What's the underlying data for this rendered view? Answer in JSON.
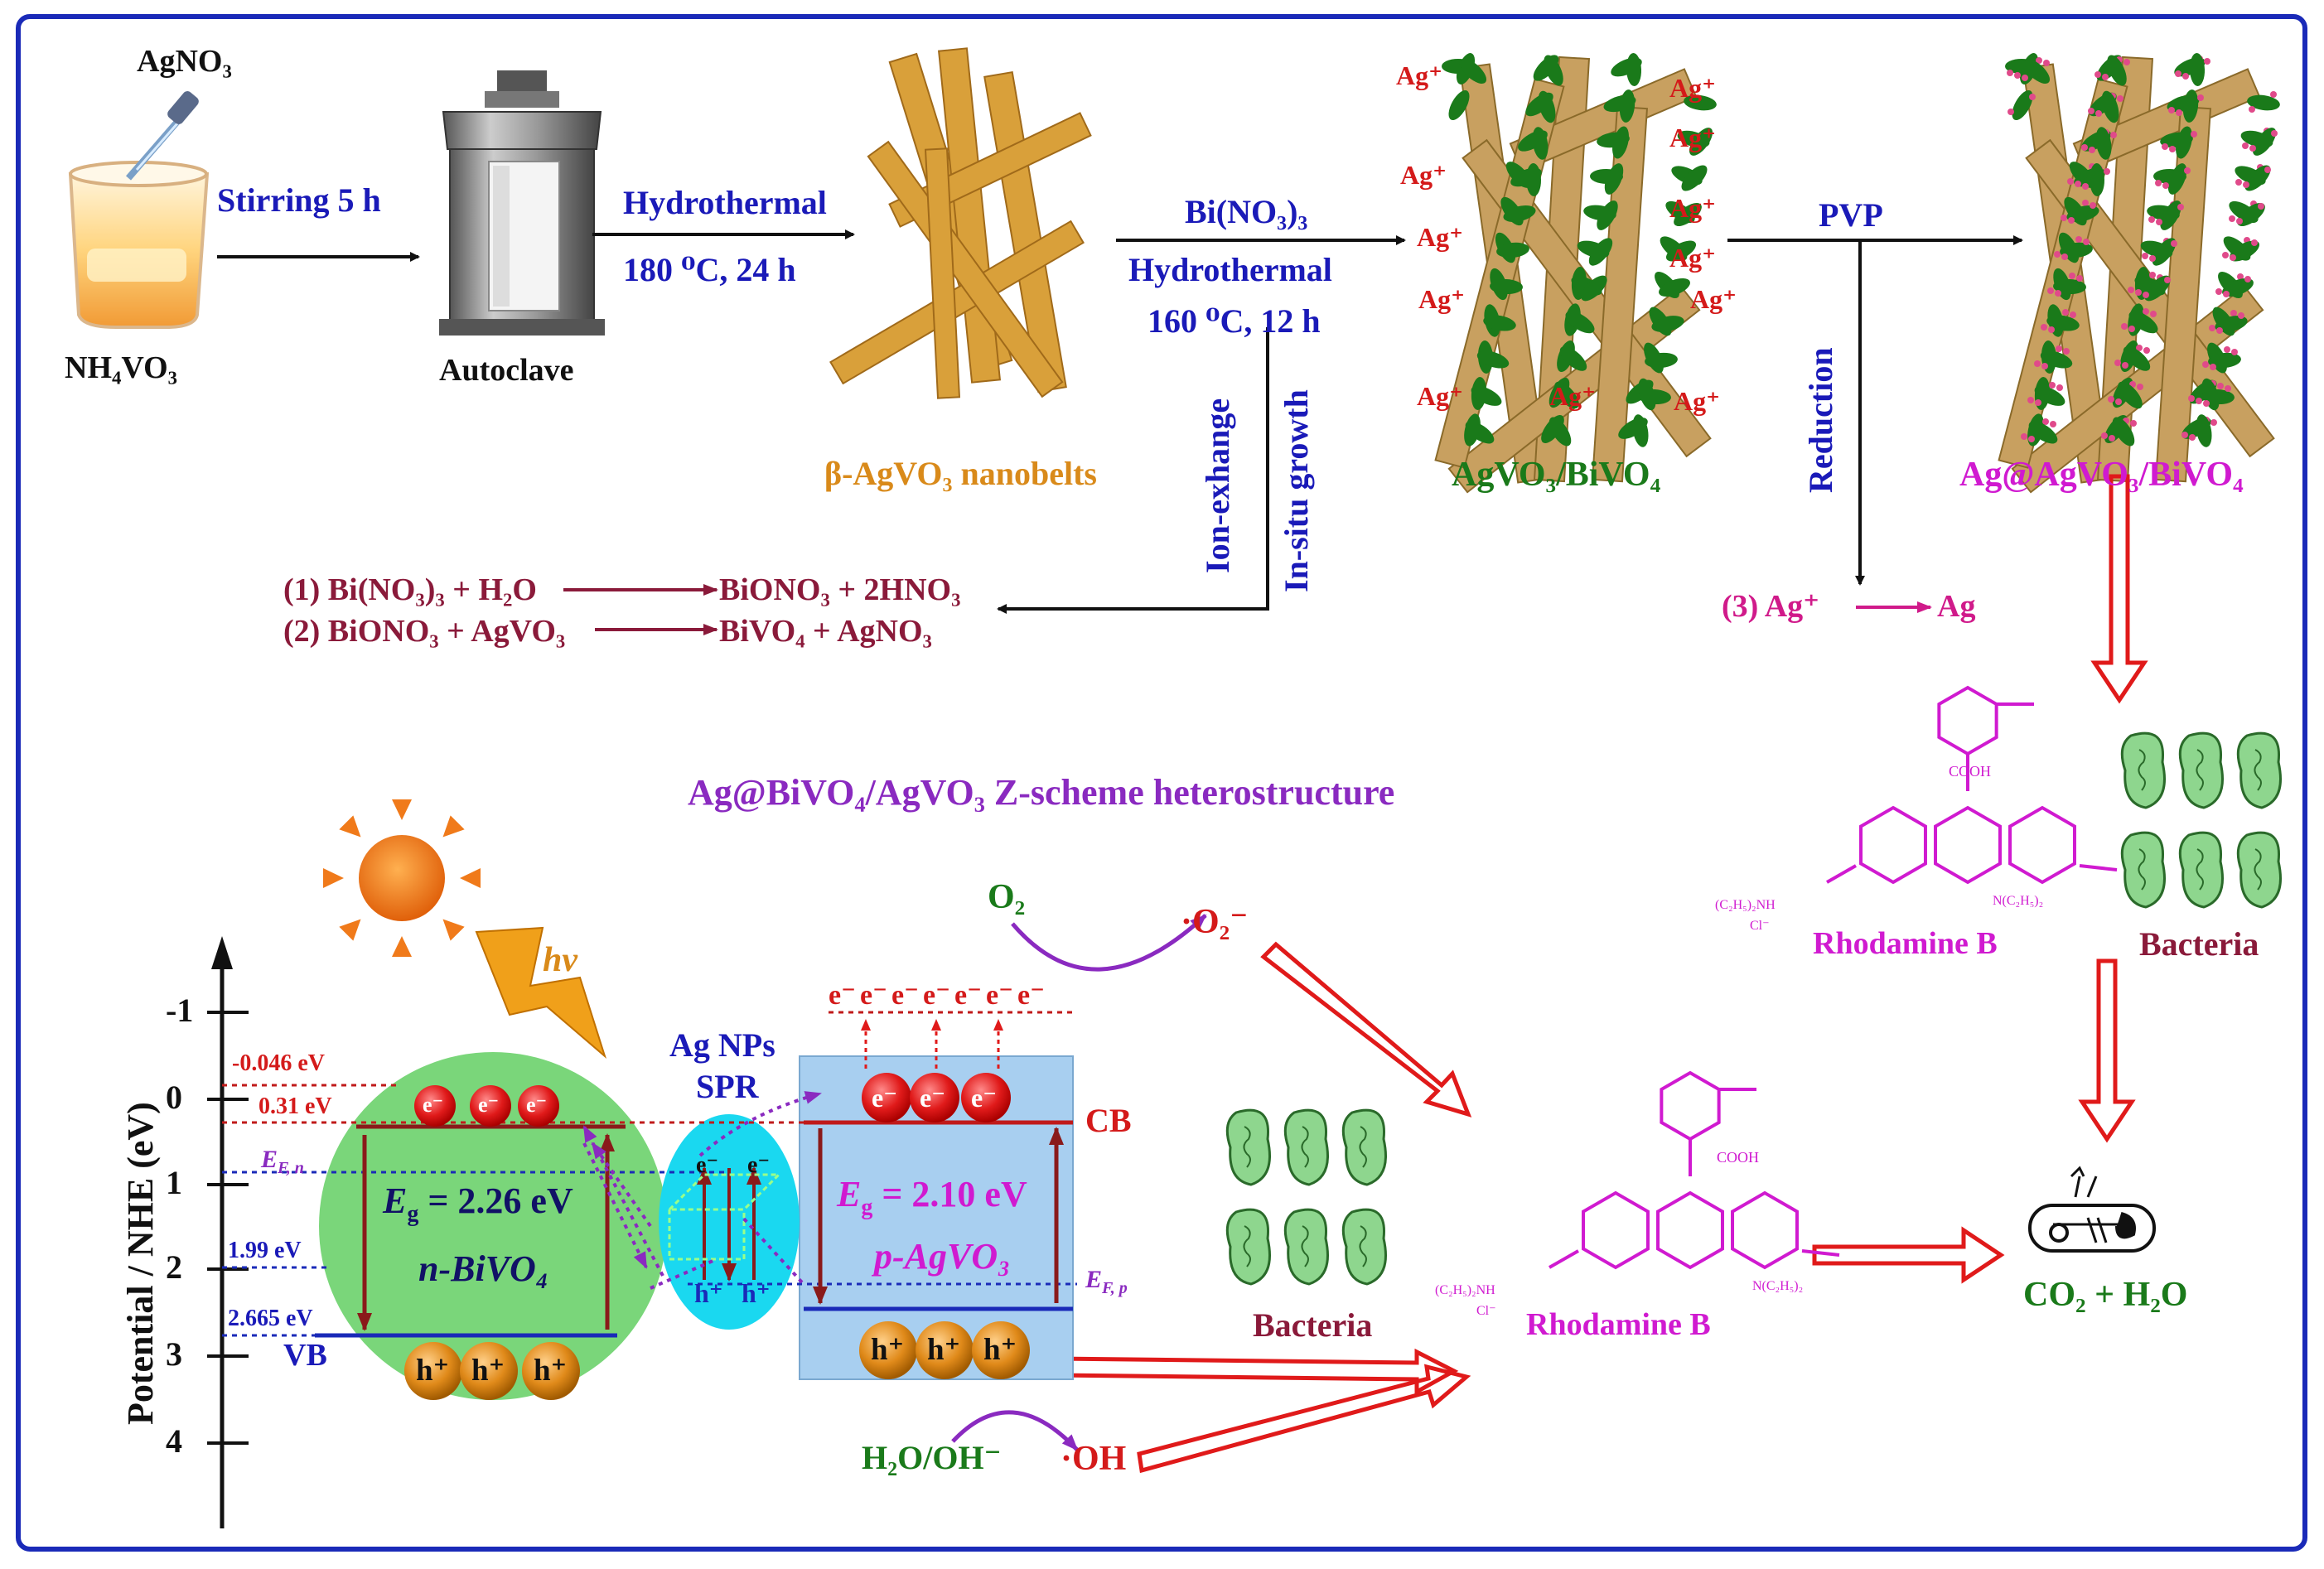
{
  "colors": {
    "frame": "#1a2ab8",
    "nanobelt": "#d9a03a",
    "bivo4_green": "#7ad67a",
    "agvo3_blue": "#a8cff0",
    "ag_cyan": "#1ad8f0",
    "electron_red": "#e01a1a",
    "hole_orange": "#e08a1a",
    "arrow_red": "#e01a1a",
    "purple_arrow": "#8a2ac0",
    "sun_orange": "#f07a1a",
    "bacteria_green": "#6abf6a",
    "rhodamine_magenta": "#d01ad0"
  },
  "icons": [
    "beaker-icon",
    "dropper-icon",
    "autoclave-icon",
    "nanobelt-icon",
    "sun-icon",
    "lightning-icon",
    "bacteria-icon",
    "cell-icon",
    "rhodamine-structure-icon"
  ],
  "synthesis": {
    "agno3": "AgNO₃",
    "nh4vo3": "NH₄VO₃",
    "stirring": "Stirring 5 h",
    "autoclave": "Autoclave",
    "hydrothermal1": "Hydrothermal",
    "hydrothermal1_cond": "180 ⁰C, 24 h",
    "nanobelts": "β-AgVO₃ nanobelts",
    "bino3": "Bi(NO₃)₃",
    "hydrothermal2": "Hydrothermal",
    "hydrothermal2_cond": "160 ⁰C, 12 h",
    "ion_exchange": "Ion-exhange",
    "insitu": "In-situ growth",
    "agvo3_bivo4": "AgVO₃/BiVO₄",
    "agplus": "Ag⁺",
    "pvp": "PVP",
    "reduction": "Reduction",
    "ag_agvo3_bivo4": "Ag@AgVO₃/BiVO₄",
    "eq1_left": "(1) Bi(NO₃)₃ + H₂O",
    "eq1_right": "BiONO₃ + 2HNO₃",
    "eq2_left": "(2) BiONO₃ + AgVO₃",
    "eq2_right": "BiVO₄  + AgNO₃",
    "eq3_left": "(3) Ag⁺",
    "eq3_right": "Ag"
  },
  "zscheme": {
    "title": "Ag@BiVO₄/AgVO₃ Z-scheme heterostructure",
    "axis_label": "Potential / NHE (eV)",
    "ticks": [
      "-1",
      "0",
      "1",
      "2",
      "3",
      "4"
    ],
    "lv_m0046": "-0.046 eV",
    "lv_031": "0.31 eV",
    "lv_199": "1.99 eV",
    "lv_2665": "2.665 eV",
    "efn": "E",
    "efn_sub": "F, n",
    "efp": "E",
    "efp_sub": "F, p",
    "vb": "VB",
    "cb": "CB",
    "eg_bivo4": "= 2.26 eV",
    "eg_agvo3": "= 2.10 eV",
    "eg_prefix": "E",
    "eg_sub": "g",
    "n_bivo4": "n-BiVO₄",
    "p_agvo3": "p-AgVO₃",
    "ag_nps": "Ag NPs",
    "spr": "SPR",
    "hv": "hv",
    "electron": "e⁻",
    "hole": "h⁺",
    "o2": "O₂",
    "o2rad": "·O₂⁻",
    "h2o_oh": "H₂O/OH⁻",
    "oh": "·OH"
  },
  "degradation": {
    "rhodamine": "Rhodamine B",
    "bacteria": "Bacteria",
    "co2_h2o": "CO₂ + H₂O",
    "rhodamine_right_mid": "Rhodamine B",
    "bacteria_mid": "Bacteria",
    "cooh": "COOH",
    "amine_left": "(C₂H₅)₂NH",
    "amine_right": "N(C₂H₅)₂",
    "cl": "Cl⁻"
  }
}
